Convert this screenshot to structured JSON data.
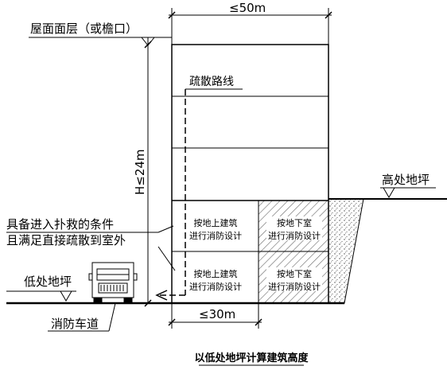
{
  "labels": {
    "roof": "屋面面层（或檐口）",
    "width_top": "≤50m",
    "evac_route": "疏散路线",
    "height": "H≤24m",
    "rescue_line1": "具备进入扑救的条件",
    "rescue_line2": "且满足直接疏散到室外",
    "high_ground": "高处地坪",
    "low_ground": "低处地坪",
    "fire_lane": "消防车道",
    "width_bottom": "≤30m",
    "above_design_1": "按地上建筑",
    "above_design_2": "进行消防设计",
    "below_design_1": "按地下室",
    "below_design_2": "进行消防设计",
    "caption": "以低处地坪计算建筑高度"
  }
}
